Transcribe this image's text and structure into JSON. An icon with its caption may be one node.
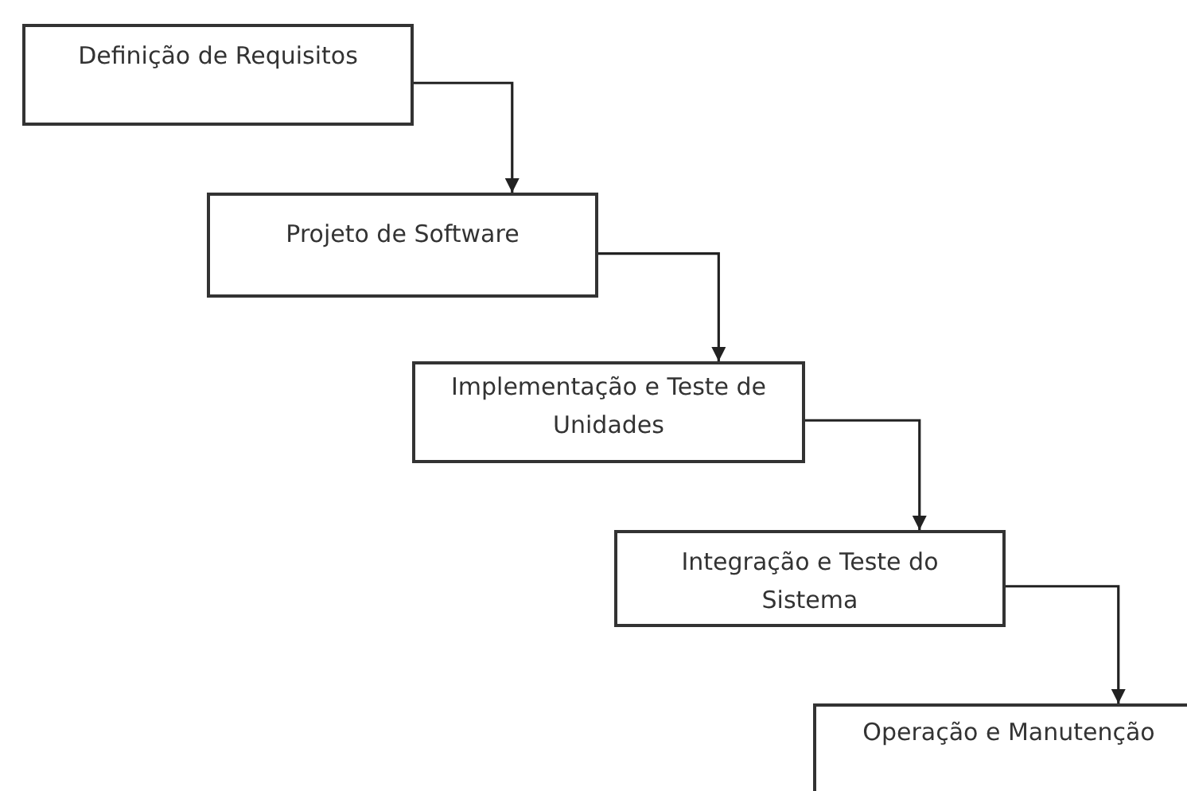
{
  "diagram": {
    "nodes": [
      {
        "text": [
          "Definição de Requisitos"
        ]
      },
      {
        "text": [
          "Projeto de Software"
        ]
      },
      {
        "text": [
          "Implementação e Teste de Unidades"
        ]
      },
      {
        "text": [
          "Integração e Teste do Sistema"
        ]
      },
      {
        "text": [
          "Operação e Manutenção"
        ]
      }
    ],
    "edges": [
      {
        "from": 0,
        "to": 1,
        "arrow": "to"
      },
      {
        "from": 1,
        "to": 2,
        "arrow": "to"
      },
      {
        "from": 2,
        "to": 3,
        "arrow": "to"
      },
      {
        "from": 3,
        "to": 4,
        "arrow": "to"
      }
    ]
  }
}
